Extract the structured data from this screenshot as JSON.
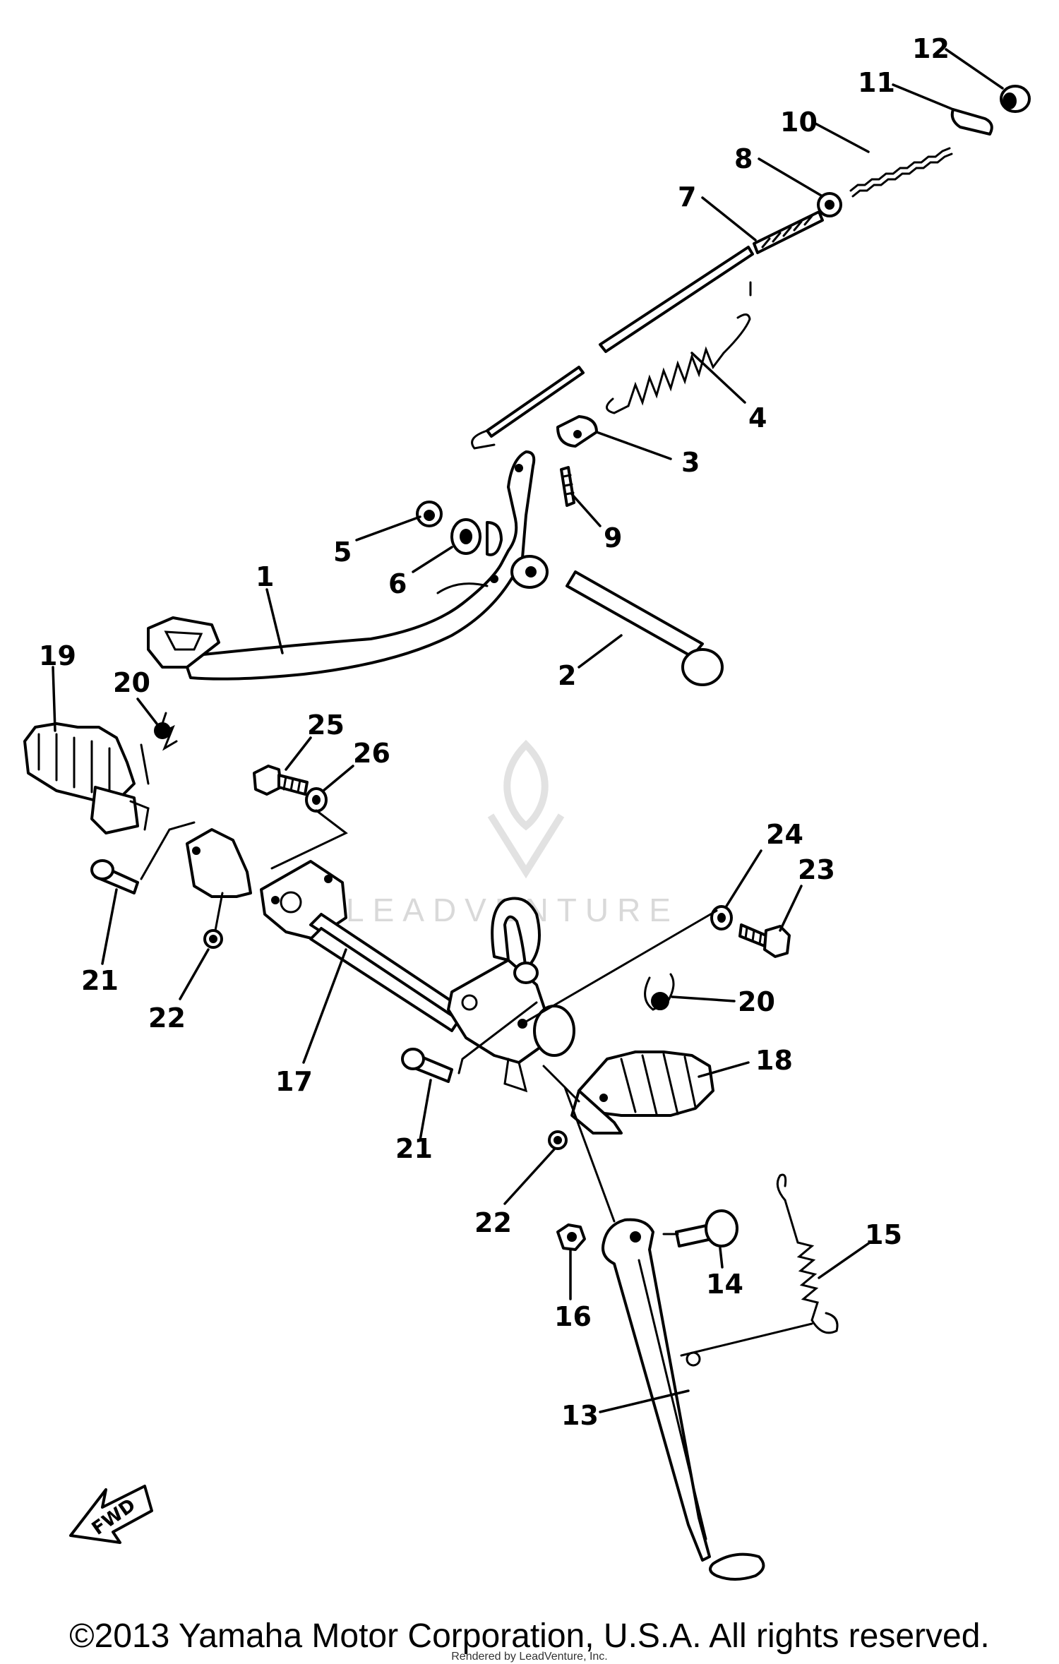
{
  "callouts": [
    {
      "id": "1",
      "text": "1"
    },
    {
      "id": "2",
      "text": "2"
    },
    {
      "id": "3",
      "text": "3"
    },
    {
      "id": "4",
      "text": "4"
    },
    {
      "id": "5",
      "text": "5"
    },
    {
      "id": "6",
      "text": "6"
    },
    {
      "id": "7",
      "text": "7"
    },
    {
      "id": "8",
      "text": "8"
    },
    {
      "id": "9",
      "text": "9"
    },
    {
      "id": "10",
      "text": "10"
    },
    {
      "id": "11",
      "text": "11"
    },
    {
      "id": "12",
      "text": "12"
    },
    {
      "id": "13",
      "text": "13"
    },
    {
      "id": "14",
      "text": "14"
    },
    {
      "id": "15",
      "text": "15"
    },
    {
      "id": "16",
      "text": "16"
    },
    {
      "id": "17",
      "text": "17"
    },
    {
      "id": "18",
      "text": "18"
    },
    {
      "id": "19",
      "text": "19"
    },
    {
      "id": "20a",
      "text": "20"
    },
    {
      "id": "20b",
      "text": "20"
    },
    {
      "id": "21a",
      "text": "21"
    },
    {
      "id": "21b",
      "text": "21"
    },
    {
      "id": "22a",
      "text": "22"
    },
    {
      "id": "22b",
      "text": "22"
    },
    {
      "id": "23",
      "text": "23"
    },
    {
      "id": "24",
      "text": "24"
    },
    {
      "id": "25",
      "text": "25"
    },
    {
      "id": "26",
      "text": "26"
    }
  ],
  "fwd_arrow_label": "FWD",
  "watermark": "LEADVENTURE",
  "copyright": "©2013 Yamaha Motor Corporation, U.S.A. All rights reserved.",
  "rendered_by": "Rendered by LeadVenture, Inc."
}
